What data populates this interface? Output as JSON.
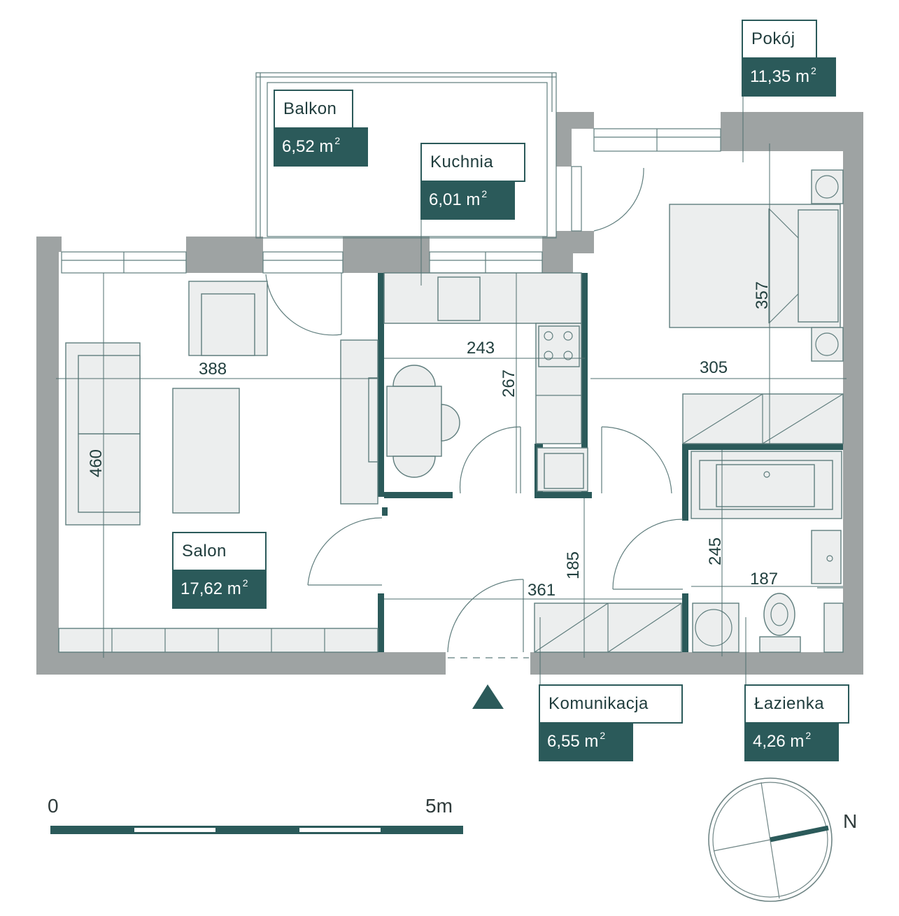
{
  "rooms": {
    "pokoj": {
      "name": "Pokój",
      "area": "11,35 m",
      "unit_sup": "2"
    },
    "balkon": {
      "name": "Balkon",
      "area": "6,52 m",
      "unit_sup": "2"
    },
    "kuchnia": {
      "name": "Kuchnia",
      "area": "6,01 m",
      "unit_sup": "2"
    },
    "salon": {
      "name": "Salon",
      "area": "17,62 m",
      "unit_sup": "2"
    },
    "komunikacja": {
      "name": "Komunikacja",
      "area": "6,55 m",
      "unit_sup": "2"
    },
    "lazienka": {
      "name": "Łazienka",
      "area": "4,26 m",
      "unit_sup": "2"
    }
  },
  "dimensions": {
    "salon_width": "388",
    "salon_depth": "460",
    "kitchen_width": "243",
    "kitchen_depth": "267",
    "room_width": "305",
    "room_depth": "357",
    "hall_width": "361",
    "hall_depth": "185",
    "bath_width": "187",
    "bath_depth": "245"
  },
  "scale": {
    "start": "0",
    "end": "5m"
  },
  "compass": {
    "north_label": "N"
  },
  "colors": {
    "accent": "#2b5a5a",
    "wall": "#9ea3a3",
    "furniture_fill": "#eceeee",
    "line": "#5f7d7d"
  }
}
